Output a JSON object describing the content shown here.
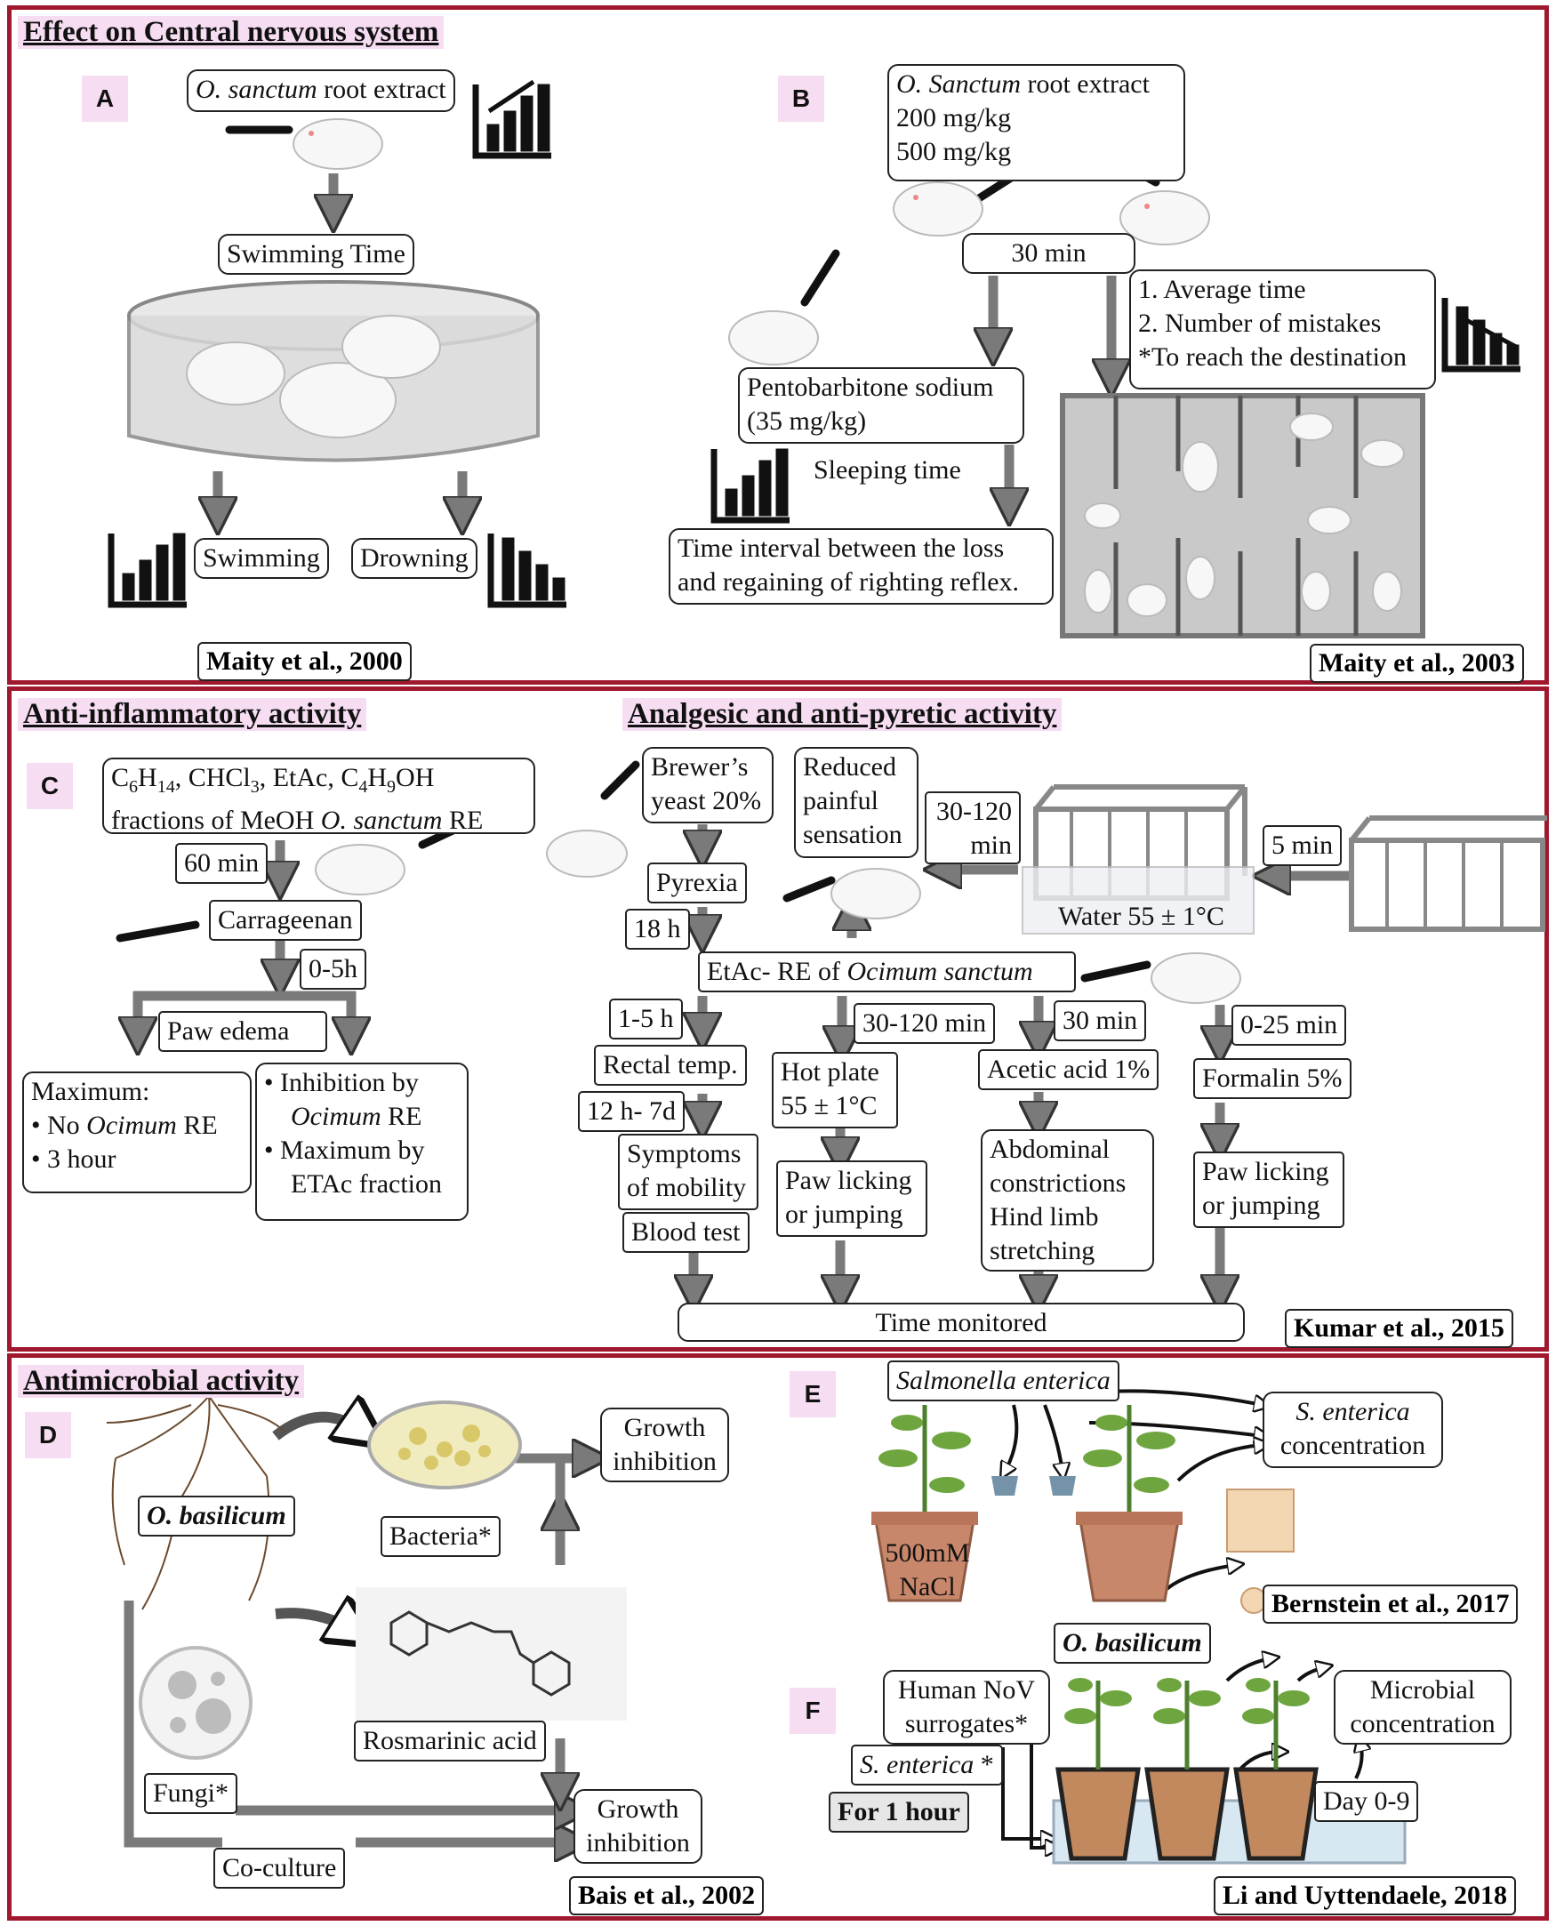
{
  "colors": {
    "frame": "#a0182e",
    "header_bg": "#f6ddf2",
    "arrow": "#7a7a7a"
  },
  "s1": {
    "heading": "Effect on Central nervous system",
    "A": {
      "label": "A",
      "extract_italic": "O. sanctum",
      "extract_rest": " root extract",
      "swim_time": "Swimming Time",
      "swimming": "Swimming",
      "drowning": "Drowning",
      "ref": "Maity et al., 2000"
    },
    "B": {
      "label": "B",
      "extract_italic": "O. Sanctum",
      "extract_rest": " root extract",
      "dose1": "200 mg/kg",
      "dose2": "500 mg/kg",
      "time": "30 min",
      "list1": "1. Average time",
      "list2": "2. Number of mistakes",
      "list3": "*To reach the destination",
      "pento1": "Pentobarbitone sodium",
      "pento2": "(35 mg/kg)",
      "sleep": "Sleeping time",
      "interval1": "Time interval between the loss",
      "interval2": "and regaining of righting reflex.",
      "ref": "Maity et al., 2003"
    }
  },
  "s2": {
    "heading_left": "Anti-inflammatory activity",
    "heading_right": "Analgesic and anti-pyretic activity",
    "C": {
      "label": "C",
      "frac_line1": "C6H14, CHCl3, EtAc, C4H9OH",
      "frac_line2_pre": "fractions of  MeOH ",
      "frac_line2_it": "O. sanctum",
      "frac_line2_post": " RE",
      "t60": "60 min",
      "carrageenan": "Carrageenan",
      "t05": "0-5h",
      "paw": "Paw edema",
      "max_title": "Maximum:",
      "max1_pre": "• No ",
      "max1_it": "Ocimum",
      "max1_post": " RE",
      "max2": "• 3 hour",
      "inh1": "• Inhibition by",
      "inh2_it": "Ocimum",
      "inh2_post": " RE",
      "inh3": "• Maximum by",
      "inh4": "ETAc fraction",
      "brewer1": "Brewer’s",
      "brewer2": "yeast 20%",
      "reduced1": "Reduced",
      "reduced2": "painful",
      "reduced3": "sensation",
      "t30120a": "30-120",
      "t30120b": "min",
      "t5": "5 min",
      "water": "Water 55 ± 1°C",
      "pyrexia": "Pyrexia",
      "t18": "18 h",
      "etac_pre": "EtAc- RE of ",
      "etac_it": "Ocimum sanctum",
      "t15": "1-5 h",
      "t30120": "30-120 min",
      "t30": "30 min",
      "t025": "0-25 min",
      "rectal": "Rectal temp.",
      "t127": "12 h- 7d",
      "sym1": "Symptoms",
      "sym2": "of mobility",
      "blood": "Blood test",
      "hot1": "Hot plate",
      "hot2": "55 ± 1°C",
      "pl1": "Paw licking",
      "pl2": "or jumping",
      "acetic": "Acetic acid 1%",
      "abd1": "Abdominal",
      "abd2": "constrictions",
      "abd3": "Hind limb",
      "abd4": "stretching",
      "formalin": "Formalin 5%",
      "pl3": "Paw licking",
      "pl4": "or jumping",
      "monitored": "Time monitored",
      "ref": "Kumar et al., 2015"
    }
  },
  "s3": {
    "heading": "Antimicrobial activity",
    "D": {
      "label": "D",
      "basil": "O. basilicum",
      "bacteria": "Bacteria*",
      "growth1": "Growth",
      "growth2": "inhibition",
      "rosmarinic": "Rosmarinic acid",
      "fungi": "Fungi*",
      "coculture": "Co-culture",
      "growth3": "Growth",
      "growth4": "inhibition",
      "ref": "Bais et al., 2002"
    },
    "E": {
      "label": "E",
      "salmonella": "Salmonella enterica",
      "conc_it": "S. enterica",
      "conc2": "concentration",
      "nacl1": "500mM",
      "nacl2": "NaCl",
      "basil": "O. basilicum",
      "ref": "Bernstein et al., 2017"
    },
    "F": {
      "label": "F",
      "nov1": "Human NoV",
      "nov2": "surrogates*",
      "senterica_it": "S. enterica",
      "senterica_post": " *",
      "hour": "For 1 hour",
      "micro1": "Microbial",
      "micro2": "concentration",
      "day": "Day 0-9",
      "ref": "Li and Uyttendaele, 2018"
    }
  }
}
